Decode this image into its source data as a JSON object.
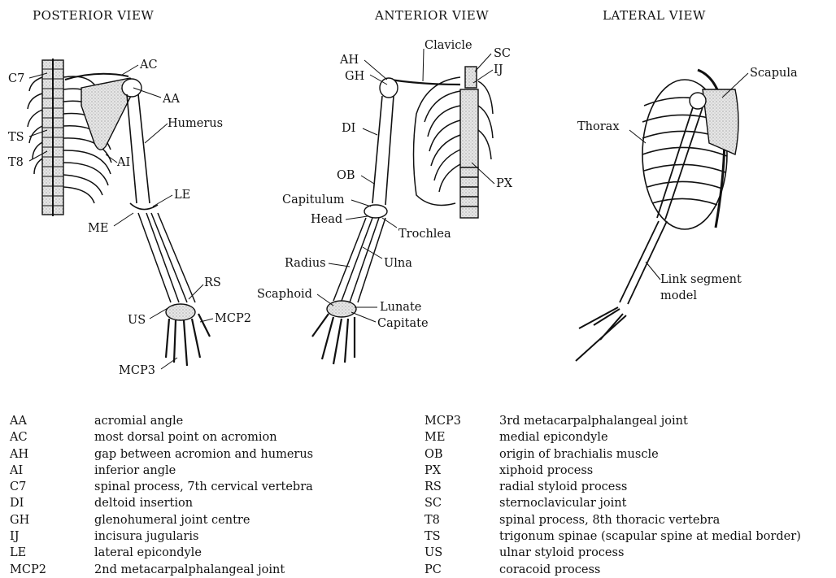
{
  "views": {
    "posterior": "POSTERIOR VIEW",
    "anterior": "ANTERIOR VIEW",
    "lateral": "LATERAL VIEW"
  },
  "labels": {
    "posterior": {
      "c7": "C7",
      "ts": "TS",
      "t8": "T8",
      "ac": "AC",
      "aa": "AA",
      "humerus": "Humerus",
      "ai": "AI",
      "le": "LE",
      "me": "ME",
      "rs": "RS",
      "us": "US",
      "mcp2": "MCP2",
      "mcp3": "MCP3"
    },
    "anterior": {
      "ah": "AH",
      "gh": "GH",
      "clavicle": "Clavicle",
      "sc": "SC",
      "ij": "IJ",
      "di": "DI",
      "ob": "OB",
      "px": "PX",
      "capitulum": "Capitulum",
      "head": "Head",
      "trochlea": "Trochlea",
      "radius": "Radius",
      "ulna": "Ulna",
      "scaphoid": "Scaphoid",
      "lunate": "Lunate",
      "capitate": "Capitate"
    },
    "lateral": {
      "scapula": "Scapula",
      "thorax": "Thorax",
      "link1": "Link segment",
      "link2": "model"
    }
  },
  "legend": {
    "left": [
      {
        "abbr": "AA",
        "desc": "acromial angle"
      },
      {
        "abbr": "AC",
        "desc": "most dorsal point on acromion"
      },
      {
        "abbr": "AH",
        "desc": "gap between acromion and humerus"
      },
      {
        "abbr": "AI",
        "desc": "inferior angle"
      },
      {
        "abbr": "C7",
        "desc": "spinal process, 7th cervical vertebra"
      },
      {
        "abbr": "DI",
        "desc": "deltoid insertion"
      },
      {
        "abbr": "GH",
        "desc": "glenohumeral joint centre"
      },
      {
        "abbr": "IJ",
        "desc": "incisura jugularis"
      },
      {
        "abbr": "LE",
        "desc": "lateral epicondyle"
      },
      {
        "abbr": "MCP2",
        "desc": "2nd metacarpalphalangeal joint"
      }
    ],
    "right": [
      {
        "abbr": "MCP3",
        "desc": "3rd metacarpalphalangeal joint"
      },
      {
        "abbr": "ME",
        "desc": "medial epicondyle"
      },
      {
        "abbr": "OB",
        "desc": "origin of brachialis muscle"
      },
      {
        "abbr": "PX",
        "desc": "xiphoid process"
      },
      {
        "abbr": "RS",
        "desc": "radial styloid process"
      },
      {
        "abbr": "SC",
        "desc": "sternoclavicular joint"
      },
      {
        "abbr": "T8",
        "desc": "spinal process, 8th thoracic vertebra"
      },
      {
        "abbr": "TS",
        "desc": "trigonum spinae (scapular spine at medial border)"
      },
      {
        "abbr": "US",
        "desc": "ulnar styloid process"
      },
      {
        "abbr": "PC",
        "desc": "coracoid process"
      }
    ]
  }
}
